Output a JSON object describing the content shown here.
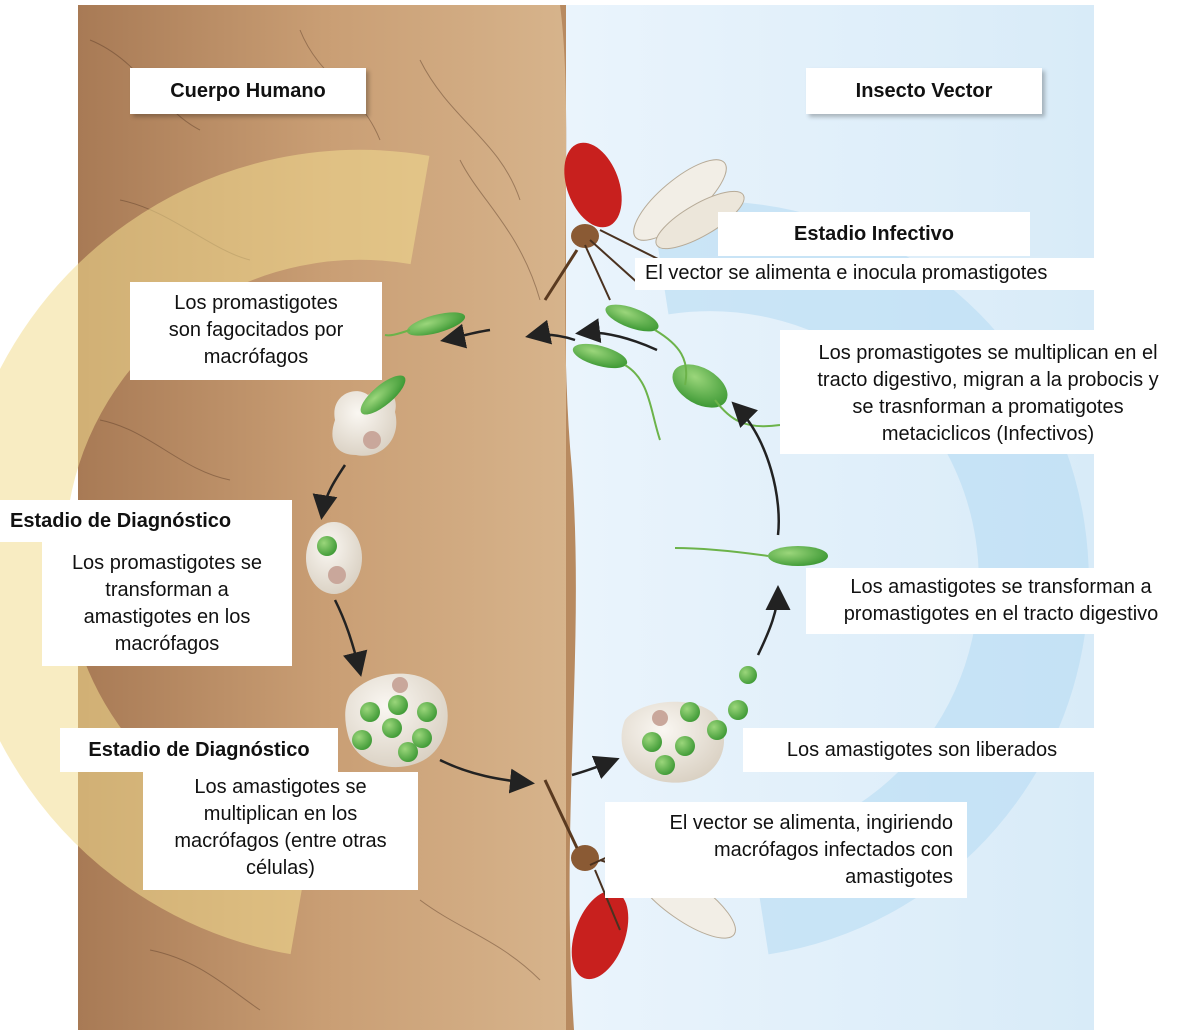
{
  "colors": {
    "skin": "#c79a6e",
    "vector_bg": "#e3f1fb",
    "cell": "#ece6dc",
    "parasite": "#56b34a",
    "nucleus": "#c9a79b",
    "mosquito_body": "#c8201e",
    "arrow": "#222222"
  },
  "headers": {
    "human": "Cuerpo Humano",
    "vector": "Insecto Vector"
  },
  "stages": {
    "infective_title": "Estadio Infectivo",
    "infective_text": "El vector se alimenta e inocula promastigotes",
    "phagocytosed": [
      "Los promastigotes",
      "son fagocitados por",
      "macrófagos"
    ],
    "multiply_vector": [
      "Los promastigotes se multiplican en el",
      "tracto digestivo, migran a la probocis y",
      "se trasnforman a promatigotes",
      "metaciclicos (Infectivos)"
    ],
    "diag1_title": "Estadio de Diagnóstico",
    "diag1_text": [
      "Los promastigotes se",
      "transforman a",
      "amastigotes en los",
      "macrófagos"
    ],
    "amast_to_promast": [
      "Los amastigotes se transforman a",
      "promastigotes en el tracto digestivo"
    ],
    "diag2_title": "Estadio de Diagnóstico",
    "diag2_text": [
      "Los amastigotes se",
      "multiplican en los",
      "macrófagos (entre otras",
      "células)"
    ],
    "released": "Los amastigotes son liberados",
    "vector_feeds": [
      "El vector se alimenta, ingiriendo",
      "macrófagos infectados con",
      "amastigotes"
    ]
  }
}
